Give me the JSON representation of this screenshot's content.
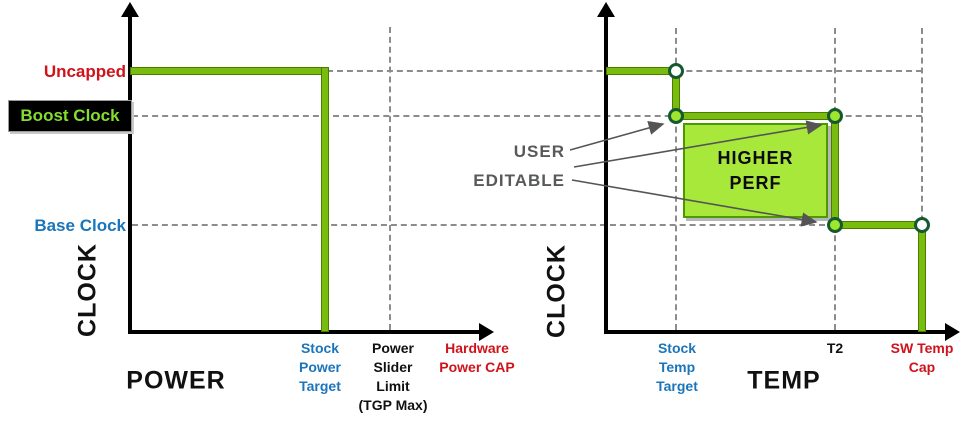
{
  "colors": {
    "curve_green": "#76B900",
    "region_green": "#A7E83B",
    "marker_ring": "#145930",
    "blue_label": "#1B75BB",
    "red_label": "#D0131B",
    "gray_label": "#58595B"
  },
  "left_chart": {
    "y_axis_title": "CLOCK",
    "x_axis_title": "POWER",
    "y_labels": {
      "uncapped": "Uncapped",
      "boost": "Boost Clock",
      "base": "Base Clock"
    },
    "x_labels": {
      "stock_power_target": {
        "l1": "Stock",
        "l2": "Power",
        "l3": "Target"
      },
      "power_slider_limit": {
        "l1": "Power",
        "l2": "Slider",
        "l3": "Limit",
        "l4": "(TGP Max)"
      },
      "hardware_power_cap": {
        "l1": "Hardware",
        "l2": "Power CAP"
      }
    }
  },
  "right_chart": {
    "y_axis_title": "CLOCK",
    "x_axis_title": "TEMP",
    "x_labels": {
      "stock_temp_target": {
        "l1": "Stock",
        "l2": "Temp",
        "l3": "Target"
      },
      "t2": "T2",
      "sw_temp_cap": {
        "l1": "SW Temp",
        "l2": "Cap"
      }
    },
    "region": {
      "l1": "HIGHER",
      "l2": "PERF"
    }
  },
  "annotations": {
    "user_editable": {
      "l1": "USER",
      "l2": "EDITABLE"
    }
  },
  "chart_data": [
    {
      "type": "line",
      "title": "Clock vs Power",
      "xlabel": "POWER",
      "ylabel": "CLOCK",
      "x_breakpoints": [
        "Stock Power Target",
        "Power Slider Limit (TGP Max)",
        "Hardware Power CAP"
      ],
      "y_levels": [
        "Base Clock",
        "Boost Clock",
        "Uncapped"
      ],
      "series": [
        {
          "name": "clock-curve",
          "description": "Clock holds at Uncapped level from origin to Stock Power Target, then drops vertically to the x-axis at Stock Power Target"
        }
      ],
      "grid": "dashed guides at Uncapped, Boost Clock, Base Clock levels and at Power Slider Limit"
    },
    {
      "type": "line",
      "title": "Clock vs Temp",
      "xlabel": "TEMP",
      "ylabel": "CLOCK",
      "x_breakpoints": [
        "Stock Temp Target",
        "T2",
        "SW Temp Cap"
      ],
      "y_levels": [
        "Base Clock",
        "Boost Clock",
        "Uncapped"
      ],
      "series": [
        {
          "name": "clock-curve",
          "description": "Uncapped until Stock Temp Target, steps down to Boost Clock until T2, steps down to Base Clock until SW Temp Cap, then drops to x-axis",
          "points": [
            {
              "x": "Stock Temp Target",
              "y": "Uncapped",
              "marker": "open"
            },
            {
              "x": "Stock Temp Target",
              "y": "Boost Clock",
              "marker": "filled",
              "user_editable": true
            },
            {
              "x": "T2",
              "y": "Boost Clock",
              "marker": "filled",
              "user_editable": true
            },
            {
              "x": "T2",
              "y": "Base Clock",
              "marker": "filled",
              "user_editable": true
            },
            {
              "x": "SW Temp Cap",
              "y": "Base Clock",
              "marker": "open"
            }
          ]
        }
      ],
      "annotations": [
        "USER EDITABLE arrows point to the three filled points",
        "HIGHER PERF shaded region between Stock Temp Target and T2, between Base and Boost clock levels"
      ]
    }
  ]
}
